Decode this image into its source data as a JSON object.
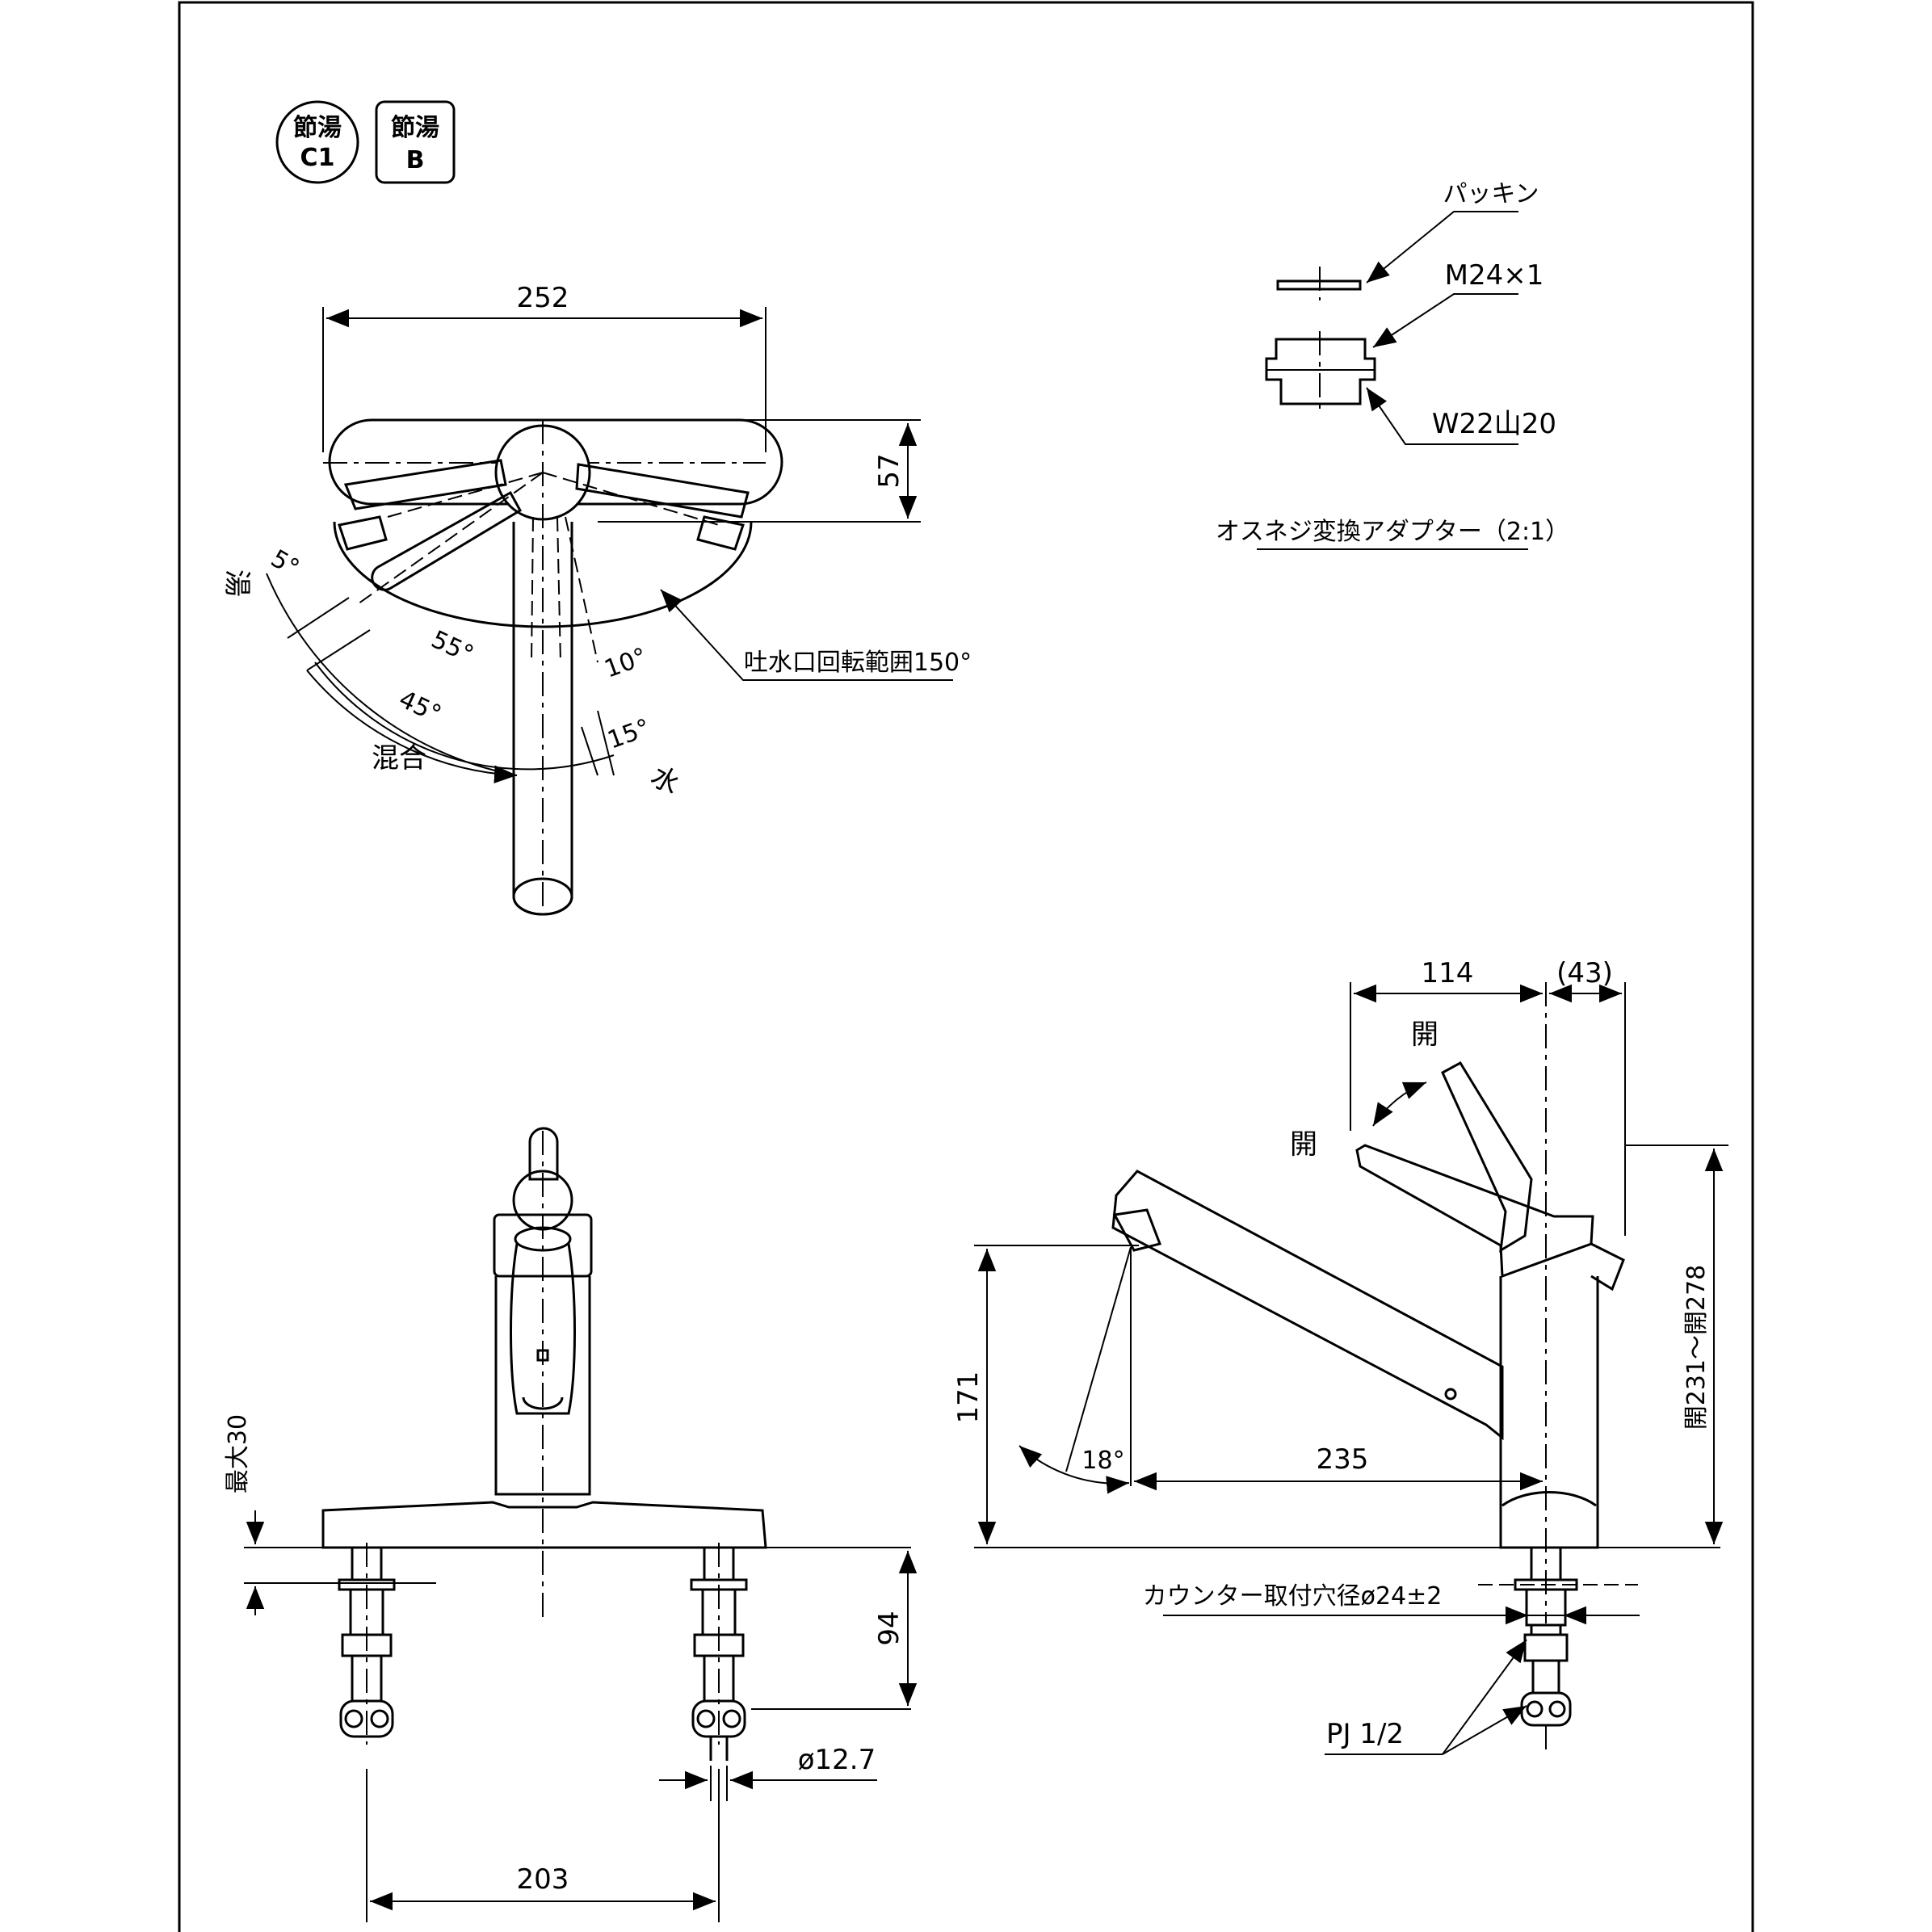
{
  "badges": {
    "circle": {
      "line1": "節湯",
      "line2": "C1"
    },
    "square": {
      "line1": "節湯",
      "line2": "B"
    }
  },
  "top_view": {
    "width": "252",
    "depth": "57",
    "hot": "湯",
    "mix": "混合",
    "cold": "水",
    "angle_5": "5°",
    "angle_55": "55°",
    "angle_45": "45°",
    "angle_10": "10°",
    "angle_15": "15°",
    "rotation_label": "吐水口回転範囲150°"
  },
  "adapter": {
    "packing": "パッキン",
    "thread_m": "M24×1",
    "thread_w": "W22山20",
    "caption": "オスネジ変換アダプター（2:1）"
  },
  "front_view": {
    "max_thickness": "最大30",
    "hose_length": "94",
    "pipe_dia": "ø12.7",
    "pitch": "203"
  },
  "side_view": {
    "dim_114": "114",
    "dim_43": "(43)",
    "open_upper": "開",
    "open_lower": "開",
    "height_171": "171",
    "angle_18": "18°",
    "reach_235": "235",
    "open_range": "開231～開278",
    "hole_dia": "カウンター取付穴径ø24±2",
    "pj": "PJ 1/2"
  }
}
